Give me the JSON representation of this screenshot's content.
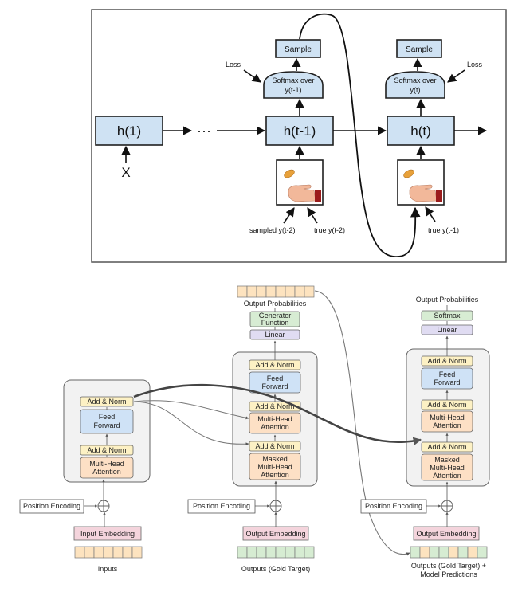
{
  "top": {
    "nodes": {
      "h1": "h(1)",
      "ellipsis": "···",
      "h_tm1": "h(t-1)",
      "h_t": "h(t)",
      "input_x": "X",
      "sample_left": "Sample",
      "sample_right": "Sample",
      "softmax_left_line1": "Softmax over",
      "softmax_left_line2": "y(t-1)",
      "softmax_right_line1": "Softmax over",
      "softmax_right_line2": "y(t)",
      "loss_left": "Loss",
      "loss_right": "Loss",
      "sampled_label": "sampled y(t-2)",
      "true_label_left": "true y(t-2)",
      "true_label_right": "true y(t-1)"
    },
    "colors": {
      "box_fill": "#cfe2f3",
      "box_stroke": "#1f1f1f",
      "coin": "#e8a13a",
      "hand": "#f2b89a"
    }
  },
  "bottom": {
    "encoder": {
      "add_norm_top": "Add & Norm",
      "ffn_line1": "Feed",
      "ffn_line2": "Forward",
      "add_norm_bottom": "Add & Norm",
      "mha_line1": "Multi-Head",
      "mha_line2": "Attention",
      "position_encoding": "Position Encoding",
      "input_embedding": "Input Embedding",
      "inputs": "Inputs"
    },
    "decoder1": {
      "output_probabilities": "Output Probabilities",
      "generator_line1": "Generator",
      "generator_line2": "Function",
      "linear": "Linear",
      "add_norm_1": "Add & Norm",
      "ffn_line1": "Feed",
      "ffn_line2": "Forward",
      "add_norm_2": "Add & Norm",
      "mha_line1": "Multi-Head",
      "mha_line2": "Attention",
      "add_norm_3": "Add & Norm",
      "masked_line1": "Masked",
      "masked_line2": "Multi-Head",
      "masked_line3": "Attention",
      "position_encoding": "Position Encoding",
      "output_embedding": "Output Embedding",
      "outputs": "Outputs (Gold Target)"
    },
    "decoder2": {
      "output_probabilities": "Output Probabilities",
      "softmax": "Softmax",
      "linear": "Linear",
      "add_norm_1": "Add & Norm",
      "ffn_line1": "Feed",
      "ffn_line2": "Forward",
      "add_norm_2": "Add & Norm",
      "mha_line1": "Multi-Head",
      "mha_line2": "Attention",
      "add_norm_3": "Add & Norm",
      "masked_line1": "Masked",
      "masked_line2": "Multi-Head",
      "masked_line3": "Attention",
      "position_encoding": "Position Encoding",
      "output_embedding": "Output Embedding",
      "outputs_line1": "Outputs (Gold Target) +",
      "outputs_line2": "Model Predictions"
    },
    "colors": {
      "addnorm": "#fdf1c4",
      "ffn": "#cfe2f6",
      "attention": "#fde0c5",
      "linear": "#e0dcf2",
      "generator": "#d7ecd3",
      "embedding": "#f4d4dc",
      "token_orange": "#fde3bf",
      "token_green": "#d6ecd2",
      "block_bg": "#f2f2f2"
    }
  }
}
